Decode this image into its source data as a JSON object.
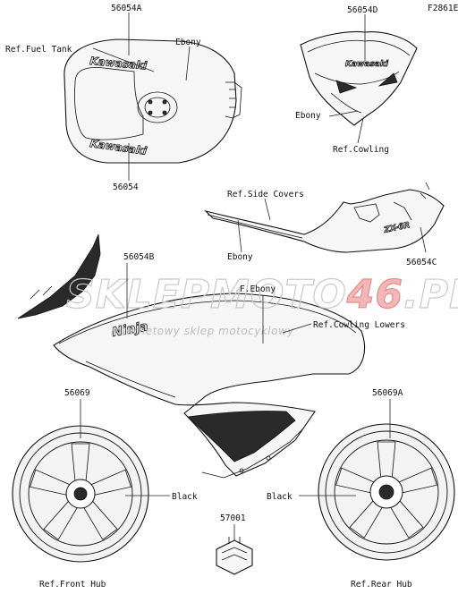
{
  "figure_code": "F2861E",
  "watermark": {
    "main_a": "SKLEP",
    "main_b": "MOTO",
    "main_c": "46",
    "main_d": ".PL",
    "sub": "internetowy sklep motocyklowy"
  },
  "decal_text": {
    "tank_top": "Kawasaki",
    "tank_side": "Kawasaki",
    "cowling": "Kawasaki",
    "side_cover": "ZX-6R",
    "lower_cowling": "Ninja"
  },
  "labels": {
    "p56054A": "56054A",
    "ref_fuel_tank": "Ref.Fuel Tank",
    "ebony_tank": "Ebony",
    "p56054": "56054",
    "p56054D": "56054D",
    "ebony_cowling": "Ebony",
    "ref_cowling": "Ref.Cowling",
    "ref_side_covers": "Ref.Side Covers",
    "ebony_side": "Ebony",
    "p56054C": "56054C",
    "p56054B": "56054B",
    "f_ebony": "F.Ebony",
    "ref_cowling_lowers": "Ref.Cowling Lowers",
    "p56069": "56069",
    "p56069A": "56069A",
    "black_front": "Black",
    "black_rear": "Black",
    "p57001": "57001",
    "ref_front_hub": "Ref.Front Hub",
    "ref_rear_hub": "Ref.Rear Hub"
  }
}
